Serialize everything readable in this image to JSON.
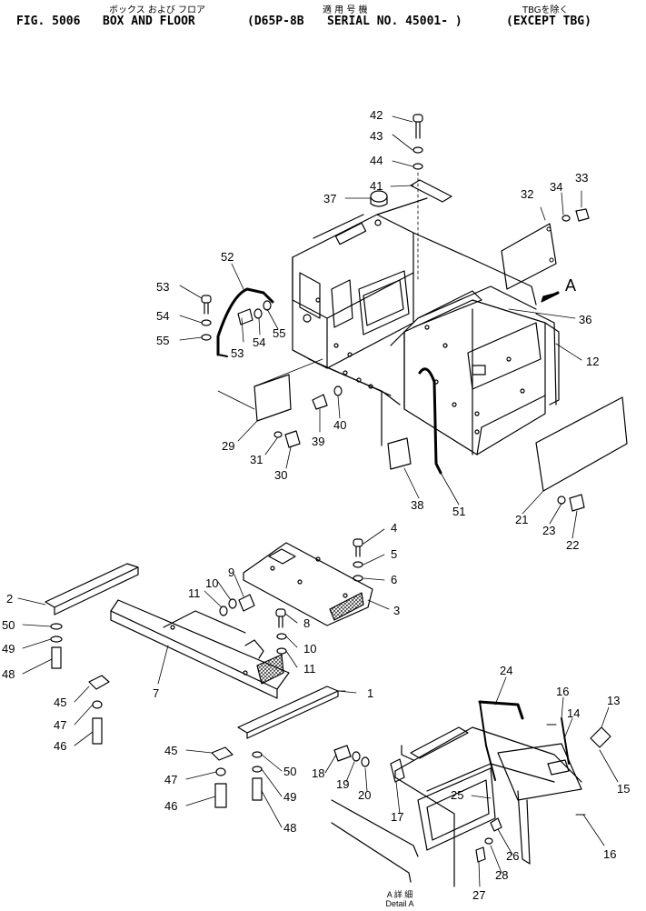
{
  "header": {
    "fig": "FIG. 5006",
    "title_en": "BOX AND FLOOR",
    "model": "(D65P-8B",
    "serial": "SERIAL NO. 45001- )",
    "except": "(EXCEPT TBG)",
    "title_jp": "ボックス および フロア",
    "serial_jp": "適 用 号 機",
    "except_jp": "TBGを除く"
  },
  "view_marker": "A",
  "detail_caption": {
    "jp": "A 詳 細",
    "en": "Detail A"
  },
  "callouts": [
    {
      "id": "1",
      "label": "1"
    },
    {
      "id": "2",
      "label": "2"
    },
    {
      "id": "3",
      "label": "3"
    },
    {
      "id": "4",
      "label": "4"
    },
    {
      "id": "5",
      "label": "5"
    },
    {
      "id": "6",
      "label": "6"
    },
    {
      "id": "7",
      "label": "7"
    },
    {
      "id": "8",
      "label": "8"
    },
    {
      "id": "9",
      "label": "9"
    },
    {
      "id": "10a",
      "label": "10"
    },
    {
      "id": "10b",
      "label": "10"
    },
    {
      "id": "11a",
      "label": "11"
    },
    {
      "id": "11b",
      "label": "11"
    },
    {
      "id": "12",
      "label": "12"
    },
    {
      "id": "13",
      "label": "13"
    },
    {
      "id": "14",
      "label": "14"
    },
    {
      "id": "15",
      "label": "15"
    },
    {
      "id": "16a",
      "label": "16"
    },
    {
      "id": "16b",
      "label": "16"
    },
    {
      "id": "17",
      "label": "17"
    },
    {
      "id": "18",
      "label": "18"
    },
    {
      "id": "19",
      "label": "19"
    },
    {
      "id": "20",
      "label": "20"
    },
    {
      "id": "21",
      "label": "21"
    },
    {
      "id": "22",
      "label": "22"
    },
    {
      "id": "23",
      "label": "23"
    },
    {
      "id": "24",
      "label": "24"
    },
    {
      "id": "25",
      "label": "25"
    },
    {
      "id": "26",
      "label": "26"
    },
    {
      "id": "27",
      "label": "27"
    },
    {
      "id": "28",
      "label": "28"
    },
    {
      "id": "29",
      "label": "29"
    },
    {
      "id": "30",
      "label": "30"
    },
    {
      "id": "31",
      "label": "31"
    },
    {
      "id": "32",
      "label": "32"
    },
    {
      "id": "33",
      "label": "33"
    },
    {
      "id": "34",
      "label": "34"
    },
    {
      "id": "36",
      "label": "36"
    },
    {
      "id": "37",
      "label": "37"
    },
    {
      "id": "38",
      "label": "38"
    },
    {
      "id": "39",
      "label": "39"
    },
    {
      "id": "40",
      "label": "40"
    },
    {
      "id": "41",
      "label": "41"
    },
    {
      "id": "42",
      "label": "42"
    },
    {
      "id": "43",
      "label": "43"
    },
    {
      "id": "44",
      "label": "44"
    },
    {
      "id": "45a",
      "label": "45"
    },
    {
      "id": "45b",
      "label": "45"
    },
    {
      "id": "46a",
      "label": "46"
    },
    {
      "id": "46b",
      "label": "46"
    },
    {
      "id": "47a",
      "label": "47"
    },
    {
      "id": "47b",
      "label": "47"
    },
    {
      "id": "48a",
      "label": "48"
    },
    {
      "id": "48b",
      "label": "48"
    },
    {
      "id": "49a",
      "label": "49"
    },
    {
      "id": "49b",
      "label": "49"
    },
    {
      "id": "50a",
      "label": "50"
    },
    {
      "id": "50b",
      "label": "50"
    },
    {
      "id": "51",
      "label": "51"
    },
    {
      "id": "52",
      "label": "52"
    },
    {
      "id": "53a",
      "label": "53"
    },
    {
      "id": "53b",
      "label": "53"
    },
    {
      "id": "54a",
      "label": "54"
    },
    {
      "id": "54b",
      "label": "54"
    },
    {
      "id": "55a",
      "label": "55"
    },
    {
      "id": "55b",
      "label": "55"
    }
  ]
}
